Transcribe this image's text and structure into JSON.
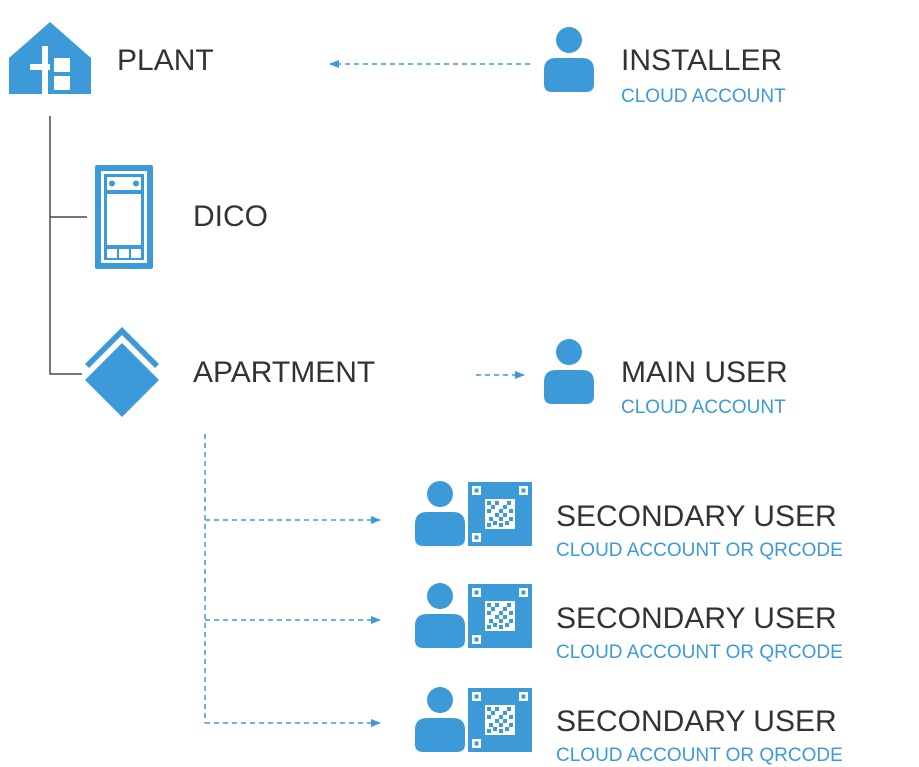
{
  "colors": {
    "accent": "#3d9ad9",
    "text": "#333333",
    "connector": "#4a4a4a"
  },
  "nodes": {
    "plant": {
      "label": "PLANT",
      "icon": "house-icon"
    },
    "dico": {
      "label": "DICO",
      "icon": "intercom-panel-icon"
    },
    "apartment": {
      "label": "APARTMENT",
      "icon": "apartment-diamond-icon"
    },
    "installer": {
      "label": "INSTALLER",
      "sublabel": "CLOUD ACCOUNT",
      "icon": "user-icon"
    },
    "main_user": {
      "label": "MAIN USER",
      "sublabel": "CLOUD ACCOUNT",
      "icon": "user-icon"
    },
    "secondary_users": [
      {
        "label": "SECONDARY USER",
        "sublabel": "CLOUD ACCOUNT OR QRCODE",
        "icons": [
          "user-icon",
          "qrcode-icon"
        ]
      },
      {
        "label": "SECONDARY USER",
        "sublabel": "CLOUD ACCOUNT OR QRCODE",
        "icons": [
          "user-icon",
          "qrcode-icon"
        ]
      },
      {
        "label": "SECONDARY USER",
        "sublabel": "CLOUD ACCOUNT OR QRCODE",
        "icons": [
          "user-icon",
          "qrcode-icon"
        ]
      }
    ]
  }
}
